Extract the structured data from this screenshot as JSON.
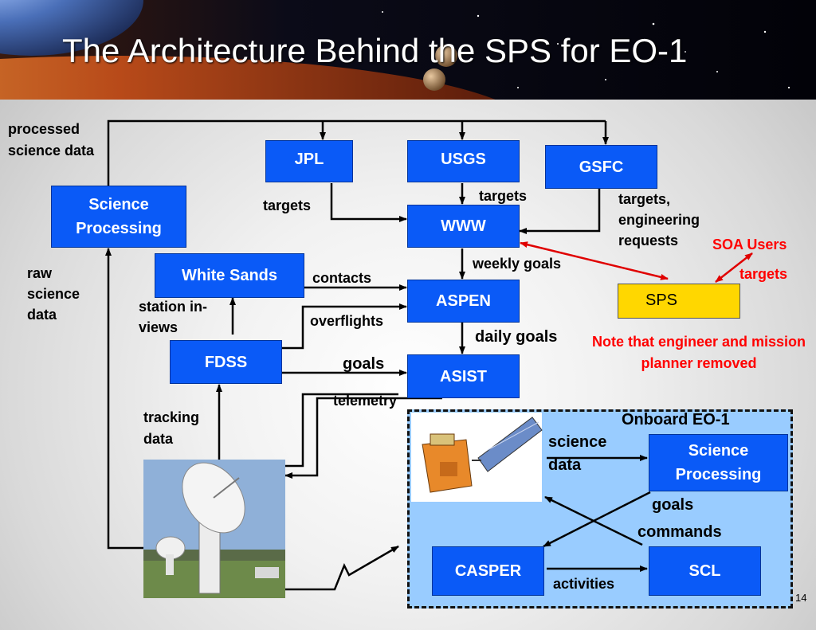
{
  "title": "The Architecture Behind the SPS for EO-1",
  "page_number": "14",
  "boxes": {
    "jpl": "JPL",
    "usgs": "USGS",
    "gsfc": "GSFC",
    "science_processing": "Science Processing",
    "www": "WWW",
    "white_sands": "White Sands",
    "aspen": "ASPEN",
    "fdss": "FDSS",
    "asist": "ASIST",
    "sps": "SPS",
    "onboard_science_processing": "Science Processing",
    "casper": "CASPER",
    "scl": "SCL"
  },
  "labels": {
    "processed_science_data": "processed science data",
    "targets_jpl": "targets",
    "targets_usgs": "targets",
    "targets_gsfc": "targets, engineering requests",
    "soa_users": "SOA Users",
    "targets_soa": "targets",
    "weekly_goals": "weekly goals",
    "raw_science_data": "raw science data",
    "contacts": "contacts",
    "station_in_views": "station in-views",
    "overflights": "overflights",
    "daily_goals": "daily goals",
    "note": "Note that engineer and mission planner removed",
    "goals": "goals",
    "telemetry": "telemetry",
    "tracking_data": "tracking data",
    "onboard_title": "Onboard EO-1",
    "science_data": "science data",
    "onboard_goals": "goals",
    "commands": "commands",
    "activities": "activities"
  },
  "colors": {
    "box_fill": "#0a5af7",
    "sps_fill": "#ffd700",
    "onboard_fill": "#99ccff",
    "highlight_red": "#ff0000"
  }
}
